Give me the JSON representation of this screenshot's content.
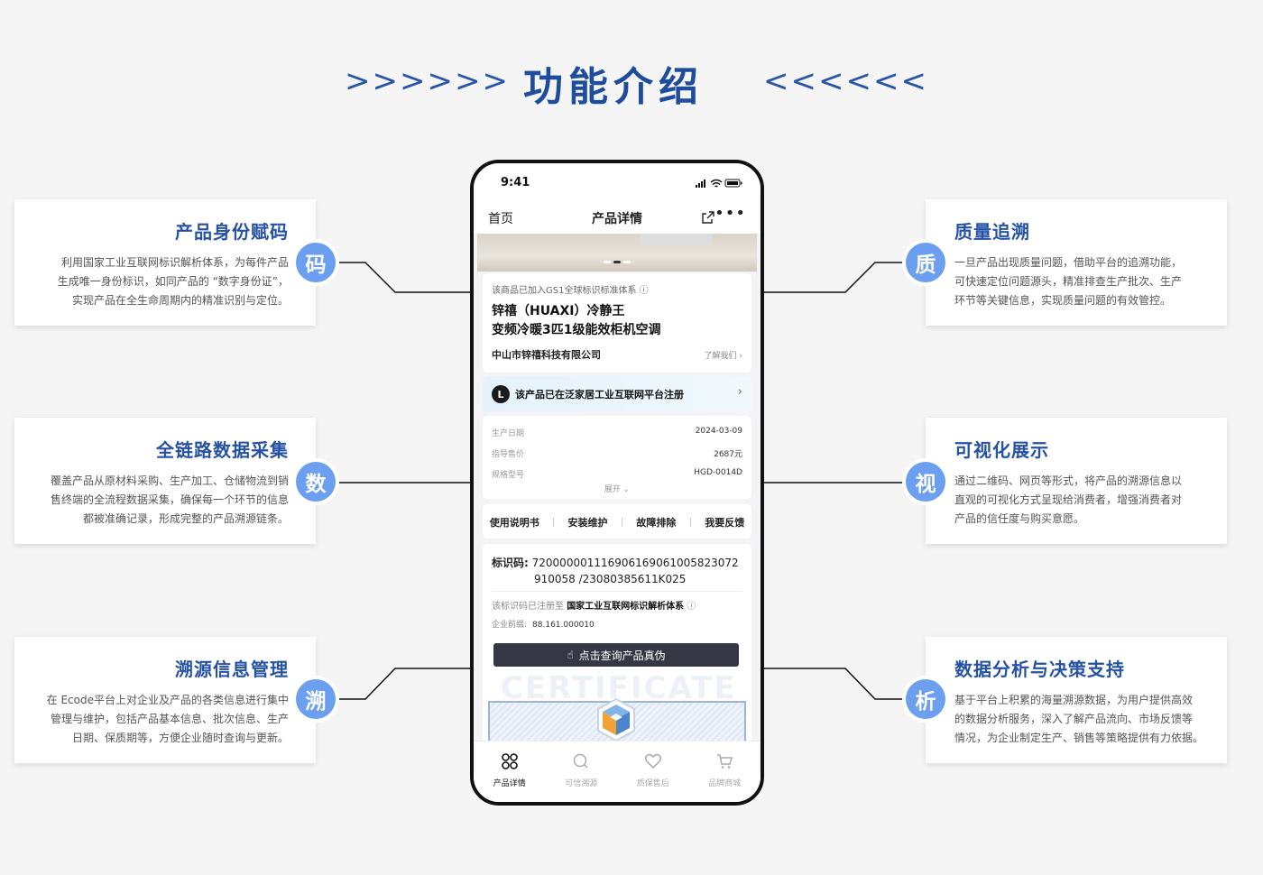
{
  "header": {
    "title": "功能介绍",
    "arrows_left": ">>>>>>",
    "arrows_right": "<<<<<<"
  },
  "features": {
    "identity": {
      "title": "产品身份赋码",
      "badge": "码",
      "desc": [
        "利用国家工业互联网标识解析体系，为每件产品",
        "生成唯一身份标识，如同产品的 “数字身份证”，",
        "实现产品在全生命周期内的精准识别与定位。"
      ]
    },
    "collection": {
      "title": "全链路数据采集",
      "badge": "数",
      "desc": [
        "覆盖产品从原材料采购、生产加工、仓储物流到销",
        "售终端的全流程数据采集，确保每一个环节的信息",
        "都被准确记录，形成完整的产品溯源链条。"
      ]
    },
    "source_mgmt": {
      "title": "溯源信息管理",
      "badge": "溯",
      "desc": [
        "在 Ecode平台上对企业及产品的各类信息进行集中",
        "管理与维护，包括产品基本信息、批次信息、生产",
        "日期、保质期等，方便企业随时查询与更新。"
      ]
    },
    "quality": {
      "title": "质量追溯",
      "badge": "质",
      "desc": [
        "一旦产品出现质量问题，借助平台的追溯功能，",
        "可快速定位问题源头，精准排查生产批次、生产",
        "环节等关键信息，实现质量问题的有效管控。"
      ]
    },
    "visual": {
      "title": "可视化展示",
      "badge": "视",
      "desc": [
        "通过二维码、网页等形式，将产品的溯源信息以",
        "直观的可视化方式呈现给消费者，增强消费者对",
        "产品的信任度与购买意愿。"
      ]
    },
    "analysis": {
      "title": "数据分析与决策支持",
      "badge": "析",
      "desc": [
        "基于平台上积累的海量溯源数据，为用户提供高效",
        "的数据分析服务，深入了解产品流向、市场反馈等",
        "情况，为企业制定生产、销售等策略提供有力依据。"
      ]
    }
  },
  "phone": {
    "time": "9:41",
    "nav": {
      "home": "首页",
      "title": "产品详情",
      "more": "•••"
    },
    "gs1_note": "该商品已加入GS1全球标识标准体系",
    "product_name_1": "锌禧（HUAXI）冷静王",
    "product_name_2": "变频冷暖3匹1级能效柜机空调",
    "company": "中山市锌禧科技有限公司",
    "about": "了解我们 ›",
    "registration": "该产品已在泛家居工业互联网平台注册",
    "reg_chevron": "›",
    "specs": [
      {
        "k": "生产日期",
        "v": "2024-03-09"
      },
      {
        "k": "指导售价",
        "v": "2687元"
      },
      {
        "k": "规格型号",
        "v": "HGD-0014D"
      }
    ],
    "expand": "展开 ⌄",
    "tabs": [
      "使用说明书",
      "安装维护",
      "故障排除",
      "我要反馈"
    ],
    "code_label": "标识码:",
    "code_line_1": "72000000111690616906100582307 2",
    "code_line_1_exact": "72000000111690616906100582307 2",
    "code_value_1": "72000000111690616906100582 3072",
    "code_first": "7200000011169061690610058 23072",
    "code_l1": "7200000011169061690610058230 72",
    "code_a": "720000001116906169061005823072",
    "code_b": "910058 /23080385611K025",
    "reg_note_prefix": "该标识码已注册至",
    "reg_note_bold": "国家工业互联网标识解析体系",
    "prefix_label": "企业前缀:",
    "prefix_value": "88.161.000010",
    "query_button": "点击查询产品真伪",
    "cert_watermark": "CERTIFICATE",
    "bottom_nav": [
      {
        "label": "产品详情",
        "icon": "grid-icon"
      },
      {
        "label": "可信溯源",
        "icon": "trace-icon"
      },
      {
        "label": "质保售后",
        "icon": "heart-icon"
      },
      {
        "label": "品牌商城",
        "icon": "cart-icon"
      }
    ]
  },
  "colors": {
    "title_blue": "#1e4d9c",
    "card_title_blue": "#2552a5",
    "badge_blue": "#6d9ff0",
    "button_dark": "#353844"
  }
}
